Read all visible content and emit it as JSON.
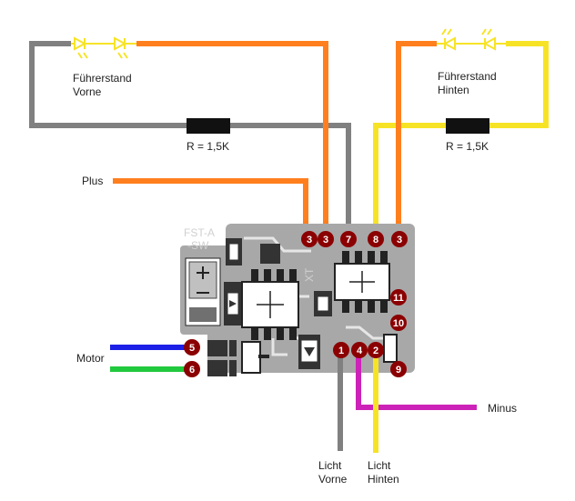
{
  "labels": {
    "front_cab": [
      "Führerstand",
      "Vorne"
    ],
    "rear_cab": [
      "Führerstand",
      "Hinten"
    ],
    "resistor_front": "R = 1,5K",
    "resistor_rear": "R = 1,5K",
    "plus": "Plus",
    "motor": "Motor",
    "minus": "Minus",
    "light_front": [
      "Licht",
      "Vorne"
    ],
    "light_rear": [
      "Licht",
      "Hinten"
    ],
    "board_name": [
      "FST-A",
      "-SW"
    ],
    "board_xt": "XT"
  },
  "pins": {
    "top": [
      "3",
      "3",
      "7",
      "8",
      "3"
    ],
    "motor": [
      "5",
      "6"
    ],
    "bottom": [
      "1",
      "4",
      "2"
    ],
    "right": [
      "11",
      "10",
      "9"
    ]
  },
  "colors": {
    "wire_grey": "#808080",
    "wire_orange": "#ff7f1e",
    "wire_yellow": "#f7e326",
    "wire_blue": "#1c20e6",
    "wire_green": "#21c93e",
    "wire_magenta": "#cc22b8",
    "pin_fill": "#8b0000",
    "board": "#a8a8a8"
  }
}
